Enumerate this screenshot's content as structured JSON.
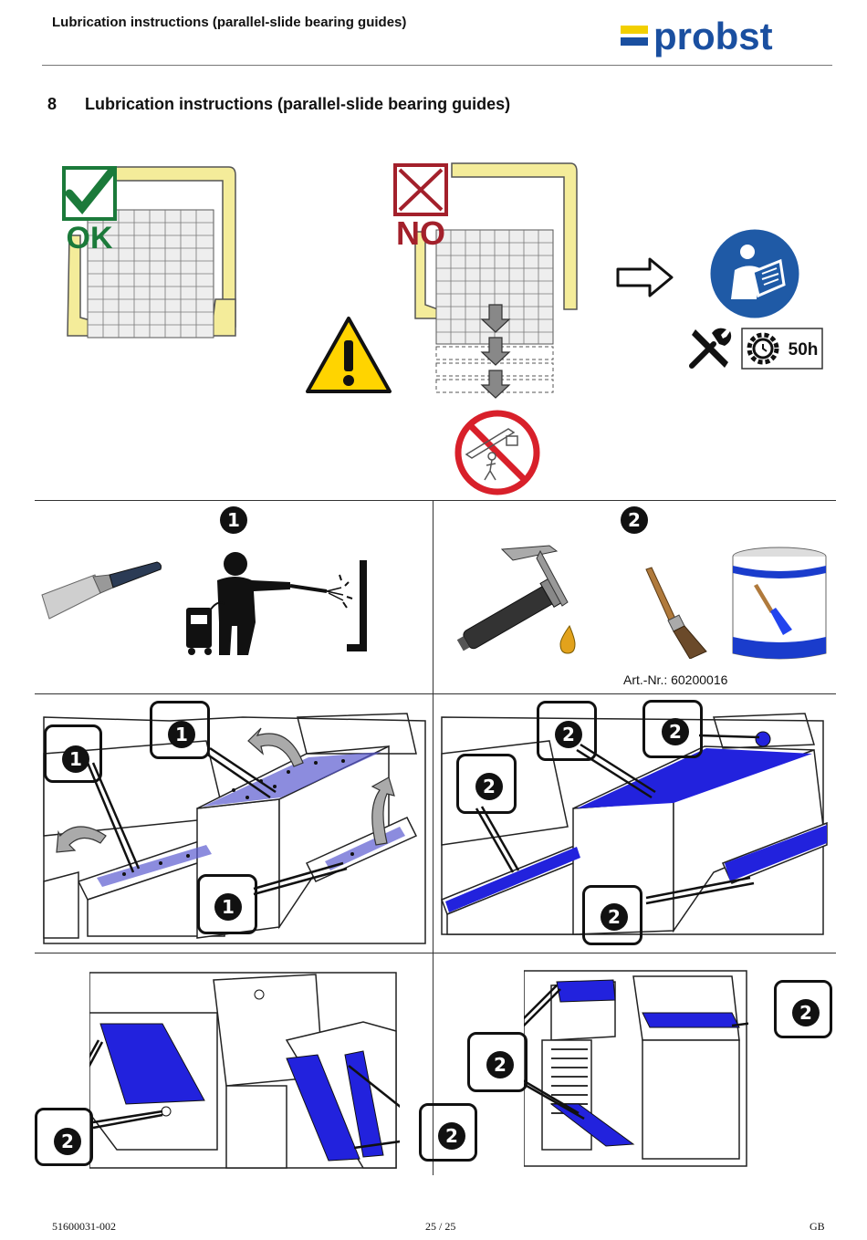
{
  "header": {
    "title": "Lubrication instructions (parallel-slide bearing guides)",
    "logo_text": "probst"
  },
  "section": {
    "number": "8",
    "title": "Lubrication instructions (parallel-slide bearing guides)"
  },
  "top_figures": {
    "ok_label": "OK",
    "no_label": "NO",
    "interval_label": "50h"
  },
  "steps": {
    "step1_label": "1",
    "step2_label": "2"
  },
  "article": {
    "text": "Art.-Nr.: 60200016"
  },
  "callouts": {
    "one": "1",
    "two": "2"
  },
  "footer": {
    "doc_number": "51600031-002",
    "page": "25 / 25",
    "language": "GB"
  },
  "colors": {
    "brand_blue": "#1a4fa0",
    "brand_yellow": "#f2cf00",
    "device_yellow": "#f4ec9a",
    "grease_blue": "#2222dd",
    "ok_green": "#1b7a3a",
    "no_red": "#a3202b",
    "warning_yellow": "#ffd400",
    "mandatory_blue": "#1f5aa6"
  }
}
